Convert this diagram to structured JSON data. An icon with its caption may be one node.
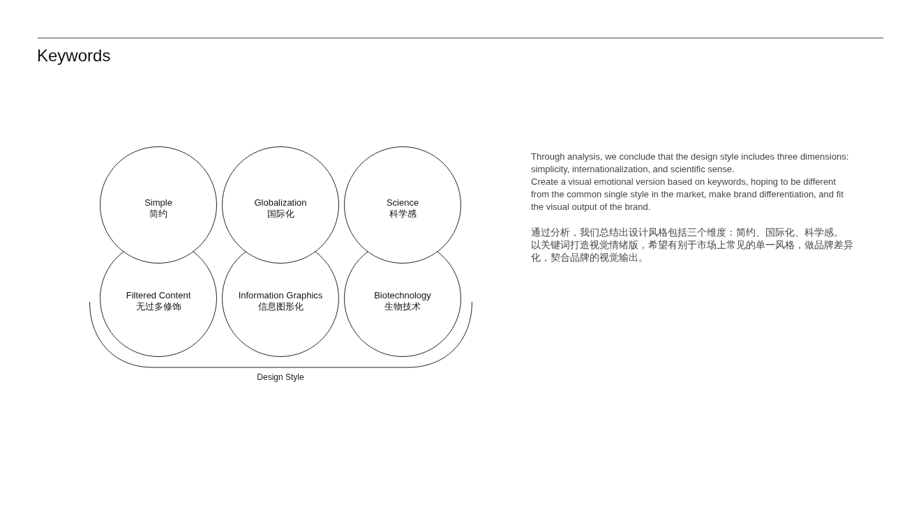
{
  "diagram": {
    "title": "Keywords",
    "nodes": [
      {
        "text": [
          "Simple",
          "简约"
        ]
      },
      {
        "text": [
          "Globalization",
          "国际化"
        ]
      },
      {
        "text": [
          "Science",
          "科学感"
        ]
      },
      {
        "text": [
          "Filtered Content",
          "无过多修饰"
        ]
      },
      {
        "text": [
          "Information Graphics",
          "信息图形化"
        ]
      },
      {
        "text": [
          "Biotechnology",
          "生物技术"
        ]
      }
    ],
    "labels": [
      "Design Style",
      "Through analysis, we conclude that the design style includes three dimensions: simplicity, internationalization, and scientific sense.",
      "Create a visual emotional version based on keywords, hoping to be different from the common single style in the market, make brand differentiation, and fit the visual output of the brand.",
      "通过分析，我们总结出设计风格包括三个维度：简约、国际化、科学感。",
      "以关键词打造视觉情绪版，希望有别于市场上常见的单一风格，做品牌差异化，契合品牌的视觉输出。"
    ]
  }
}
